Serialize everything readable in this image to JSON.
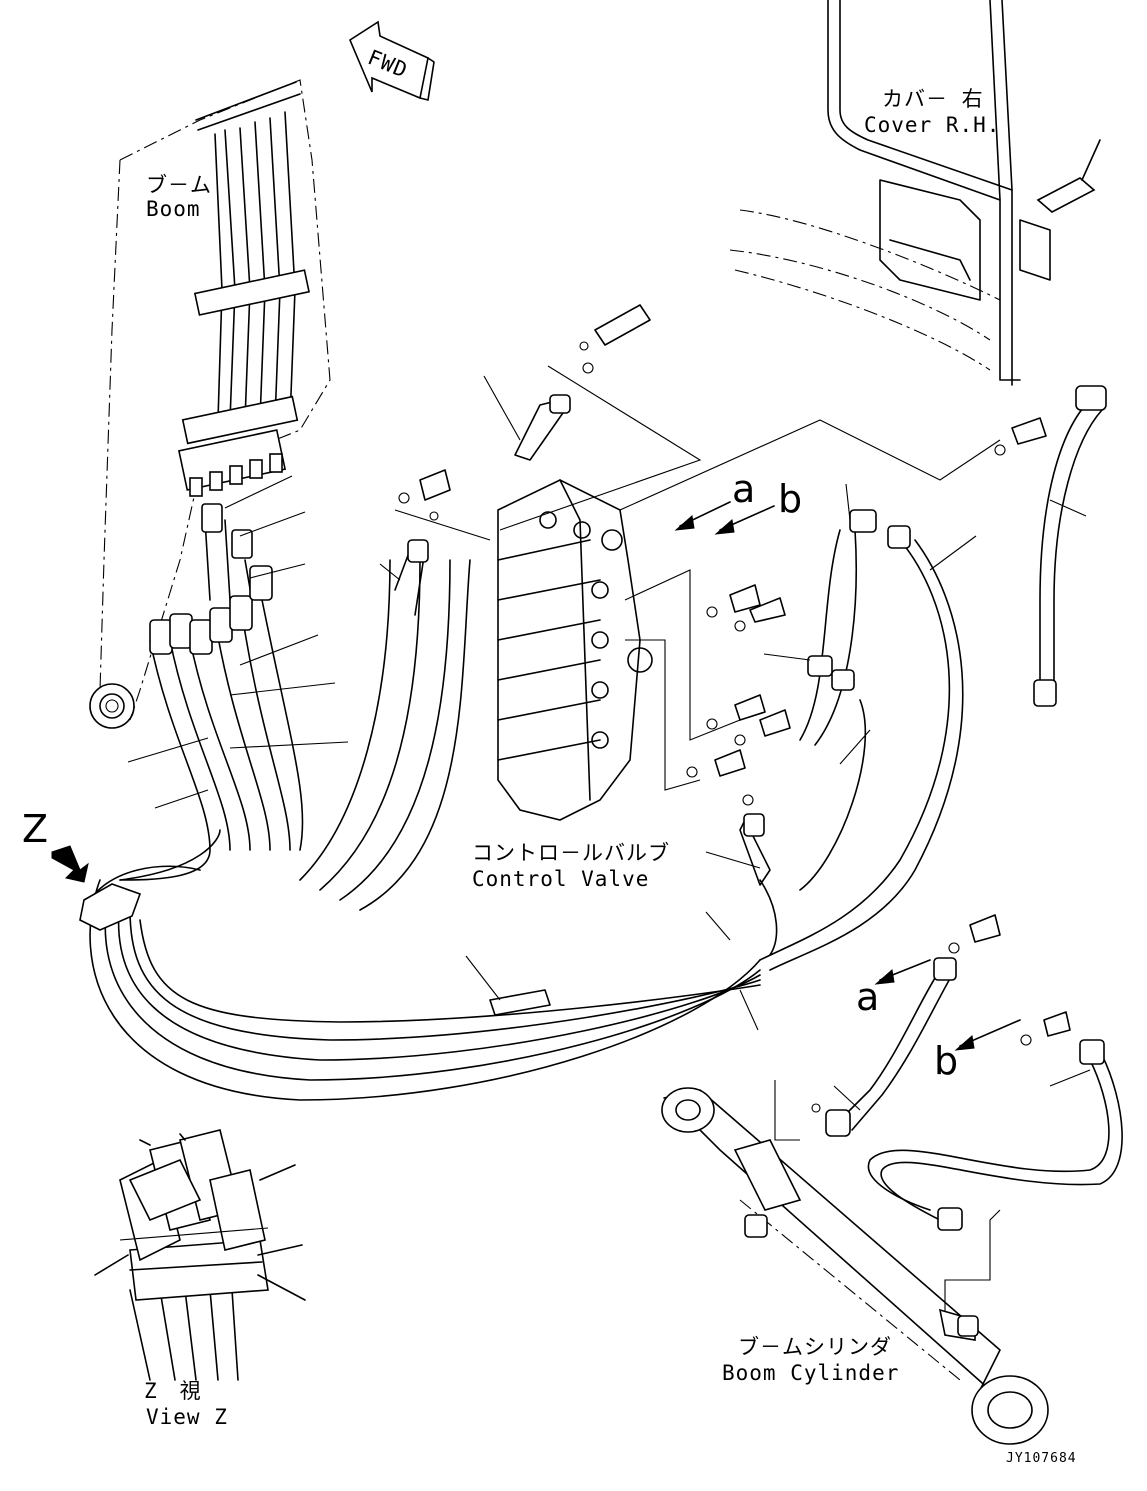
{
  "labels": {
    "fwd": "FWD",
    "boom_jp": "ブ－ム",
    "boom_en": "Boom",
    "cover_jp": "カバ－ 右",
    "cover_en": "Cover R.H.",
    "control_valve_jp": "コントロ－ルバルブ",
    "control_valve_en": "Control Valve",
    "boom_cylinder_jp": "ブ－ムシリンダ",
    "boom_cylinder_en": "Boom Cylinder",
    "view_z_jp": "Z　視",
    "view_z_en": "View Z",
    "z_marker": "Z",
    "ref_a_top": "a",
    "ref_b_top": "b",
    "ref_a_bottom": "a",
    "ref_b_bottom": "b",
    "drawing_id": "JY107684"
  }
}
